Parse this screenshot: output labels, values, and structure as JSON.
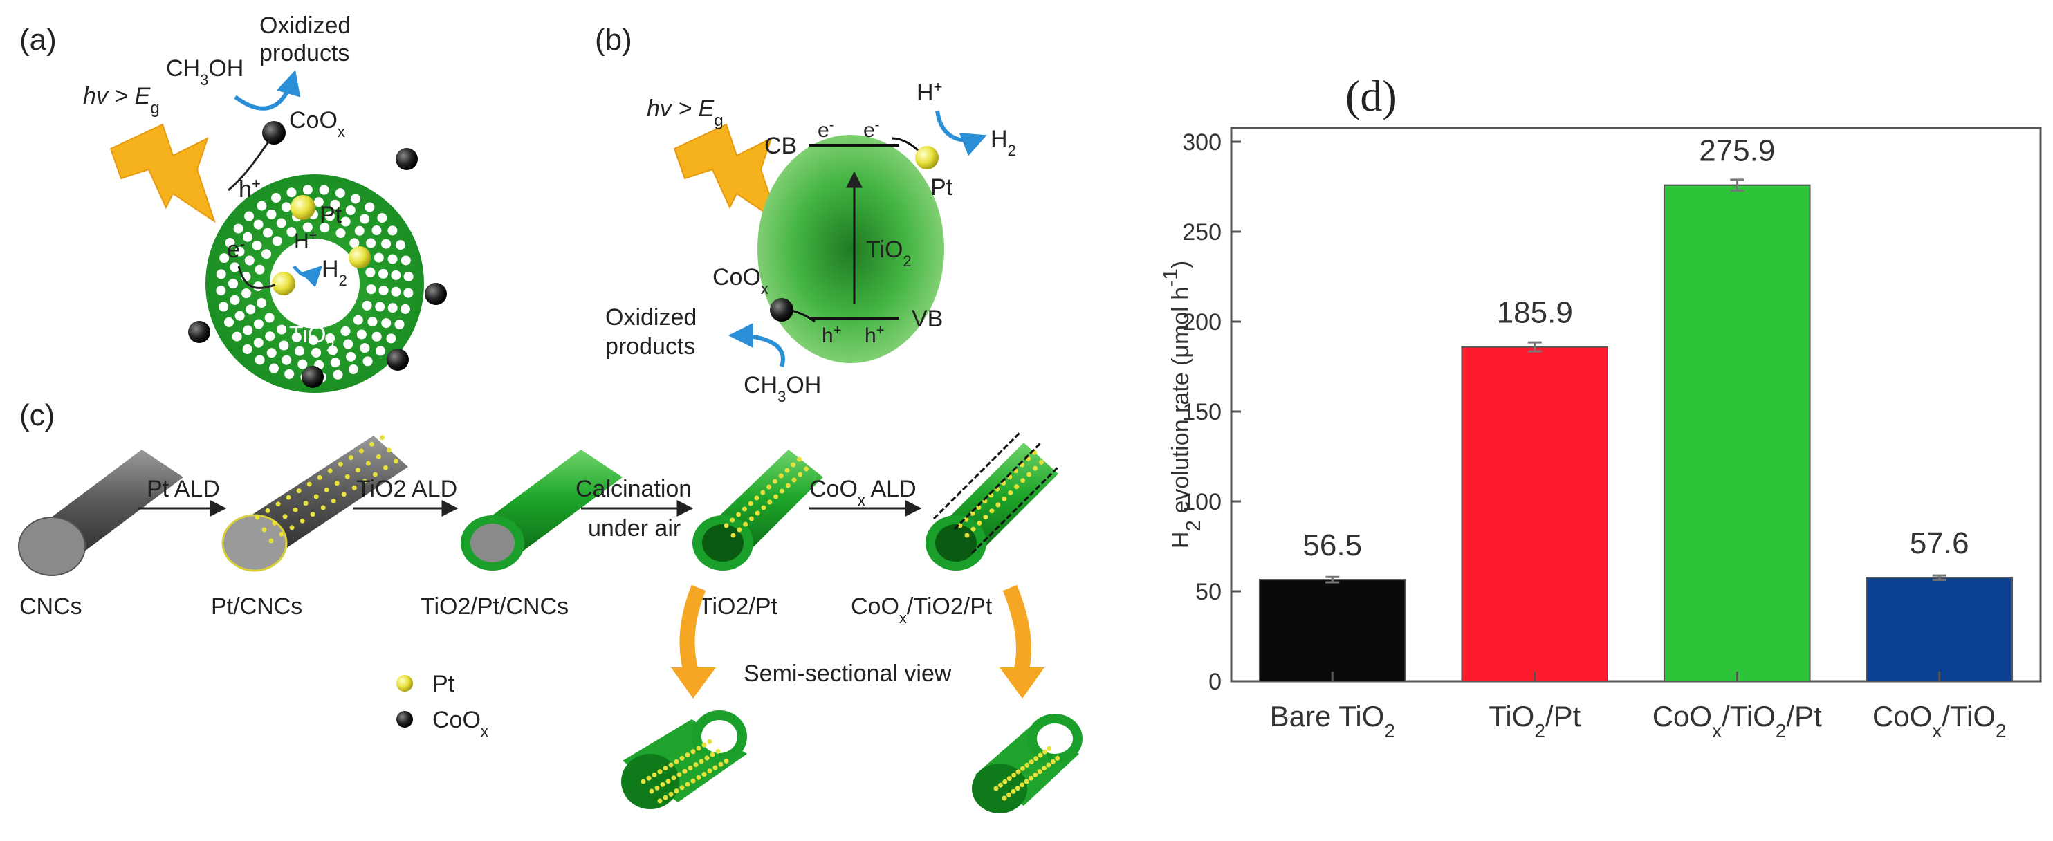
{
  "panels": {
    "a": {
      "label": "(a)",
      "light": "hv > E",
      "light_sub": "g",
      "methanol": "CH",
      "methanol_sub": "3",
      "methanol_end": "OH",
      "oxidized": "Oxidized",
      "products": "products",
      "coox": "CoO",
      "coox_sub": "x",
      "hole": "h",
      "hole_sup": "+",
      "electron": "e",
      "electron_sup": "-",
      "pt": "Pt",
      "hplus": "H",
      "hplus_sup": "+",
      "h2": "H",
      "h2_sub": "2",
      "tio2": "TiO",
      "tio2_sub": "2"
    },
    "b": {
      "label": "(b)",
      "light": "hv > E",
      "light_sub": "g",
      "cb": "CB",
      "vb": "VB",
      "tio2": "TiO",
      "tio2_sub": "2",
      "pt": "Pt",
      "hplus": "H",
      "hplus_sup": "+",
      "h2": "H",
      "h2_sub": "2",
      "coox": "CoO",
      "coox_sub": "x",
      "oxidized": "Oxidized",
      "products": "products",
      "methanol": "CH",
      "methanol_sub": "3",
      "methanol_end": "OH",
      "electron": "e",
      "electron_sup": "-",
      "hole": "h",
      "hole_sup": "+"
    },
    "c": {
      "label": "(c)",
      "steps": [
        {
          "label": "CNCs"
        },
        {
          "label": "Pt/CNCs"
        },
        {
          "label": "TiO2/Pt/CNCs"
        },
        {
          "label": "TiO2/Pt"
        },
        {
          "label": "CoO",
          "sub": "x",
          "tail": "/TiO2/Pt"
        }
      ],
      "arrows": [
        {
          "label": "Pt ALD"
        },
        {
          "label": "TiO2 ALD"
        },
        {
          "label": "Calcination",
          "label2": "under air"
        },
        {
          "label": "CoO",
          "sub": "x",
          "tail": " ALD"
        }
      ],
      "legend": {
        "pt": "Pt",
        "coox": "CoO",
        "coox_sub": "x"
      },
      "semi": "Semi-sectional view"
    }
  },
  "colors": {
    "green": "#1fa32c",
    "red": "#ff1a2e",
    "bar_green": "#2ec43a",
    "blue": "#0b3f8f",
    "black": "#0a0a0a",
    "yellow": "#f5e63a",
    "orange": "#f5a623",
    "arrow_blue": "#2a8fd6"
  },
  "chart_data": {
    "type": "bar",
    "title": "(d)",
    "ylabel": "H",
    "ylabel_sub": "2",
    "ylabel_mid": " evolution rate (μmol h",
    "ylabel_sup": "-1",
    "ylabel_end": ")",
    "ylim": [
      0,
      300
    ],
    "yticks": [
      0,
      50,
      100,
      150,
      200,
      250,
      300
    ],
    "categories": [
      {
        "main": "Bare TiO",
        "sub": "2",
        "tail": "",
        "sub2": "",
        "tail2": ""
      },
      {
        "main": "TiO",
        "sub": "2",
        "tail": "/Pt",
        "sub2": "",
        "tail2": ""
      },
      {
        "main": "CoO",
        "sub": "x",
        "tail": "/TiO",
        "sub2": "2",
        "tail2": "/Pt"
      },
      {
        "main": "CoO",
        "sub": "x",
        "tail": "/TiO",
        "sub2": "2",
        "tail2": ""
      }
    ],
    "values": [
      56.5,
      185.9,
      275.9,
      57.6
    ],
    "value_labels": [
      "56.5",
      "185.9",
      "275.9",
      "57.6"
    ],
    "bar_colors": [
      "#0a0a0a",
      "#ff1a2e",
      "#2ec43a",
      "#0b3f8f"
    ],
    "error": [
      1.5,
      2.5,
      3.0,
      1.2
    ]
  }
}
